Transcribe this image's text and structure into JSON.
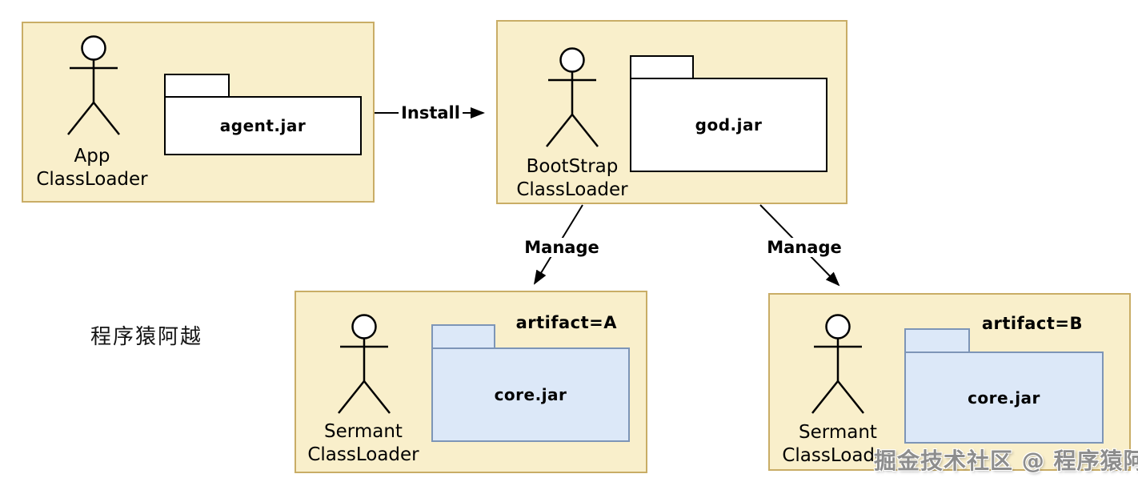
{
  "colors": {
    "box_fill": "#f9efcb",
    "box_border": "#c9ad66",
    "white_folder_fill": "#ffffff",
    "white_folder_border": "#000000",
    "blue_folder_fill": "#dce8f8",
    "blue_folder_border": "#7d95b7",
    "line_color": "#000000",
    "watermark_color": "#7d7d7d"
  },
  "icons": {
    "actor": "uml-actor-stick-figure",
    "folder": "folder-package-shape"
  },
  "nodes": {
    "app": {
      "name_line1": "App",
      "name_line2": "ClassLoader",
      "jar_label": "agent.jar"
    },
    "bootstrap": {
      "name_line1": "BootStrap",
      "name_line2": "ClassLoader",
      "jar_label": "god.jar"
    },
    "sermant_a": {
      "name_line1": "Sermant",
      "name_line2": "ClassLoader",
      "jar_label": "core.jar",
      "artifact_label": "artifact=A"
    },
    "sermant_b": {
      "name_line1": "Sermant",
      "name_line2": "ClassLoader",
      "jar_label": "core.jar",
      "artifact_label": "artifact=B"
    }
  },
  "edges": {
    "install_label": "Install",
    "manage_left_label": "Manage",
    "manage_right_label": "Manage"
  },
  "annotations": {
    "author_label": "程序猿阿越",
    "watermark_label": "掘金技术社区 @ 程序猿阿越"
  }
}
